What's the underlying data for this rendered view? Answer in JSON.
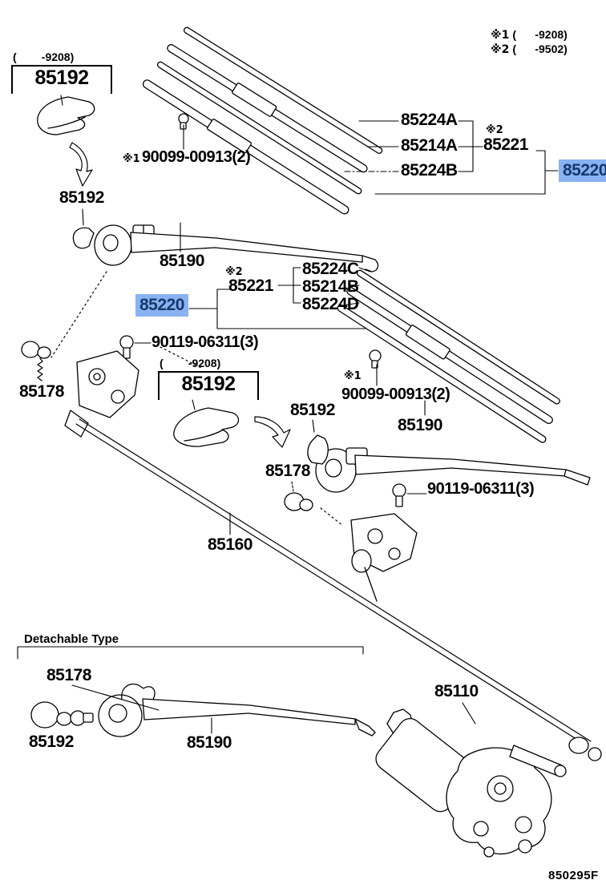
{
  "page": {
    "footer_code": "850295F",
    "bg": "#ffffff",
    "line_color": "#000000"
  },
  "highlight": {
    "bg": "#88b2f2",
    "fg": "#17386b"
  },
  "notes": {
    "note1": "※1",
    "note2": "※2",
    "note1_range": "(      -9208)",
    "note2_range": "(      -9502)",
    "range_9208": "(        -9208)"
  },
  "section": {
    "detachable_title": "Detachable Type"
  },
  "parts": {
    "p85110": "85110",
    "p85160": "85160",
    "p85178": "85178",
    "p85190": "85190",
    "p85192": "85192",
    "p85214A": "85214A",
    "p85214B": "85214B",
    "p85220": "85220",
    "p85221": "85221",
    "p85224A": "85224A",
    "p85224B": "85224B",
    "p85224C": "85224C",
    "p85224D": "85224D",
    "p90099": "90099-00913(2)",
    "p90119": "90119-06311(3)"
  }
}
